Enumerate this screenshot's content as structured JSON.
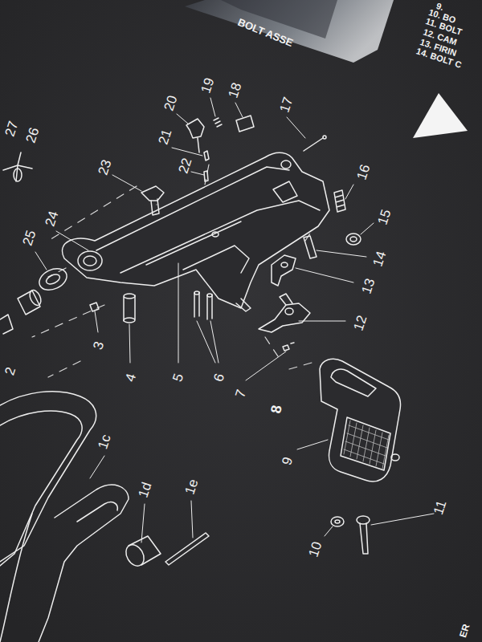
{
  "diagram": {
    "labels": [
      "BOLT ASSE",
      "9.",
      "10. BO",
      "11. BOLT",
      "12. CAM",
      "13. FIRIN",
      "14. BOLT C",
      "27",
      "26",
      "25",
      "24",
      "23",
      "22",
      "21",
      "20",
      "19",
      "18",
      "17",
      "16",
      "15",
      "14",
      "13",
      "12",
      "11",
      "10",
      "9",
      "8",
      "7",
      "6",
      "5",
      "4",
      "3",
      "2",
      "1c",
      "1d",
      "1e",
      "ER"
    ]
  }
}
